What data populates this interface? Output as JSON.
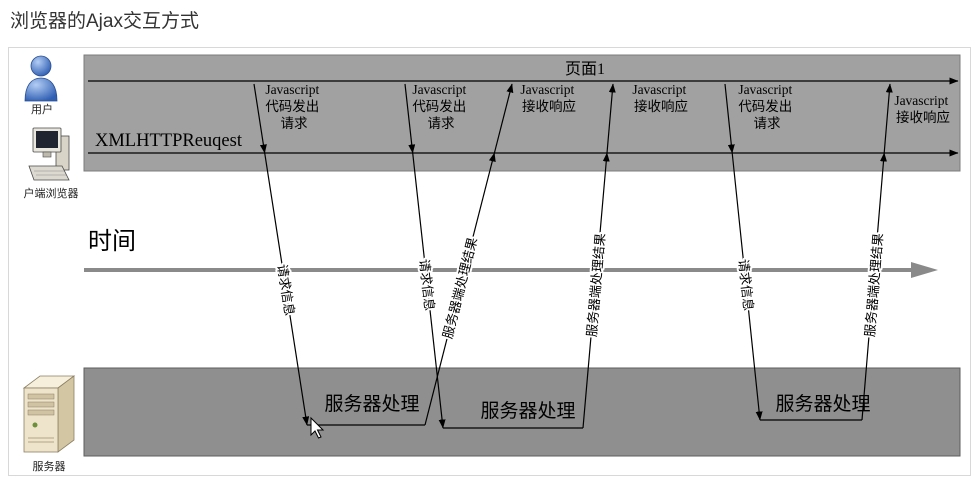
{
  "title": "浏览器的Ajax交互方式",
  "actors": {
    "user_label": "用户",
    "browser_label": "户端浏览器",
    "server_label": "服务器"
  },
  "icons": {
    "user": "user-icon",
    "browser": "computer-icon",
    "server": "server-icon",
    "cursor": "mouse-cursor-icon"
  },
  "browser_band": {
    "page_label": "页面1",
    "xhr_label": "XMLHTTPReuqest",
    "events": [
      [
        "Javascript",
        "代码发出",
        "请求"
      ],
      [
        "Javascript",
        "代码发出",
        "请求"
      ],
      [
        "Javascript",
        "接收响应"
      ],
      [
        "Javascript",
        "接收响应"
      ],
      [
        "Javascript",
        "代码发出",
        "请求"
      ],
      [
        "Javascript",
        "接收响应"
      ]
    ]
  },
  "timeline": {
    "label": "时间"
  },
  "messages": {
    "requests": [
      "请求信息",
      "请求信息",
      "请求信息"
    ],
    "responses": [
      "服务器端处理结果",
      "服务器端处理结果",
      "服务器端处理结果"
    ]
  },
  "server_band": {
    "processing": [
      "服务器处理",
      "服务器处理",
      "服务器处理"
    ]
  },
  "colors": {
    "browser_band": "#a1a1a1",
    "server_band": "#8f8f8f",
    "time_arrow": "#8a8a8a",
    "user_icon": "#2f5fb3"
  }
}
